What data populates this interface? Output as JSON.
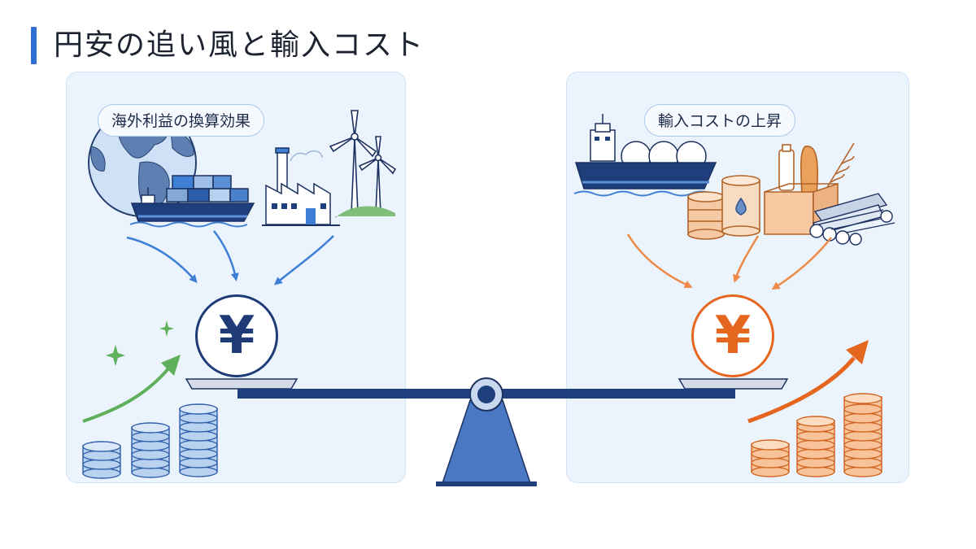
{
  "title": "円安の追い風と輸入コスト",
  "left_panel": {
    "label": "海外利益の換算効果",
    "currency_symbol": "¥"
  },
  "right_panel": {
    "label": "輸入コストの上昇",
    "currency_symbol": "¥"
  },
  "colors": {
    "accent": "#2f6fd1",
    "navy": "#1e3b78",
    "orange": "#e4661f",
    "green": "#5fb05a",
    "panel_bg": "#ebf3fd"
  }
}
